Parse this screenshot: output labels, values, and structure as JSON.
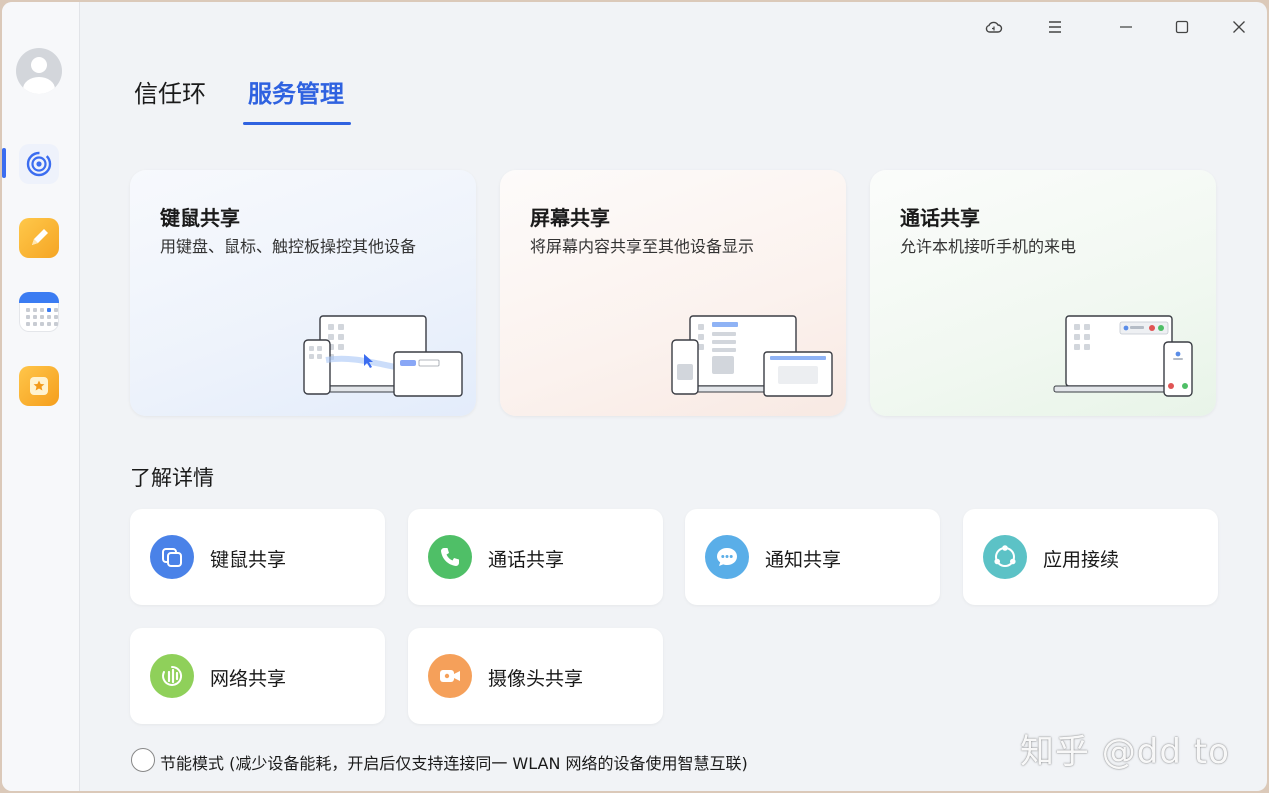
{
  "titlebar": {
    "icons": [
      "cloud-icon",
      "menu-icon",
      "minimize-icon",
      "maximize-icon",
      "close-icon"
    ]
  },
  "sidebar": {
    "items": [
      {
        "name": "trust-ring-app",
        "icon": "ring-icon",
        "active": true
      },
      {
        "name": "notes-app",
        "icon": "pencil-icon"
      },
      {
        "name": "calendar-app",
        "icon": "calendar-icon"
      },
      {
        "name": "favorites-app",
        "icon": "star-icon"
      }
    ]
  },
  "tabs": [
    {
      "label": "信任环",
      "active": false
    },
    {
      "label": "服务管理",
      "active": true
    }
  ],
  "cards": [
    {
      "title": "键鼠共享",
      "desc": "用键盘、鼠标、触控板操控其他设备"
    },
    {
      "title": "屏幕共享",
      "desc": "将屏幕内容共享至其他设备显示"
    },
    {
      "title": "通话共享",
      "desc": "允许本机接听手机的来电"
    }
  ],
  "details": {
    "title": "了解详情",
    "tiles": [
      {
        "label": "键鼠共享",
        "icon": "keyboard-mouse-icon",
        "color": "#4a82e8"
      },
      {
        "label": "通话共享",
        "icon": "phone-icon",
        "color": "#4fbf67"
      },
      {
        "label": "通知共享",
        "icon": "chat-bubble-icon",
        "color": "#5aaee8"
      },
      {
        "label": "应用接续",
        "icon": "relay-icon",
        "color": "#5cc2c6"
      },
      {
        "label": "网络共享",
        "icon": "network-icon",
        "color": "#8fd05a"
      },
      {
        "label": "摄像头共享",
        "icon": "camera-icon",
        "color": "#f5a05a"
      }
    ]
  },
  "eco_mode": {
    "label": "节能模式 (减少设备能耗，开启后仅支持连接同一 WLAN 网络的设备使用智慧互联)",
    "checked": false
  },
  "watermark": "知乎 @dd to",
  "colors": {
    "accent": "#2f62e0",
    "background": "#f1f3f6"
  }
}
